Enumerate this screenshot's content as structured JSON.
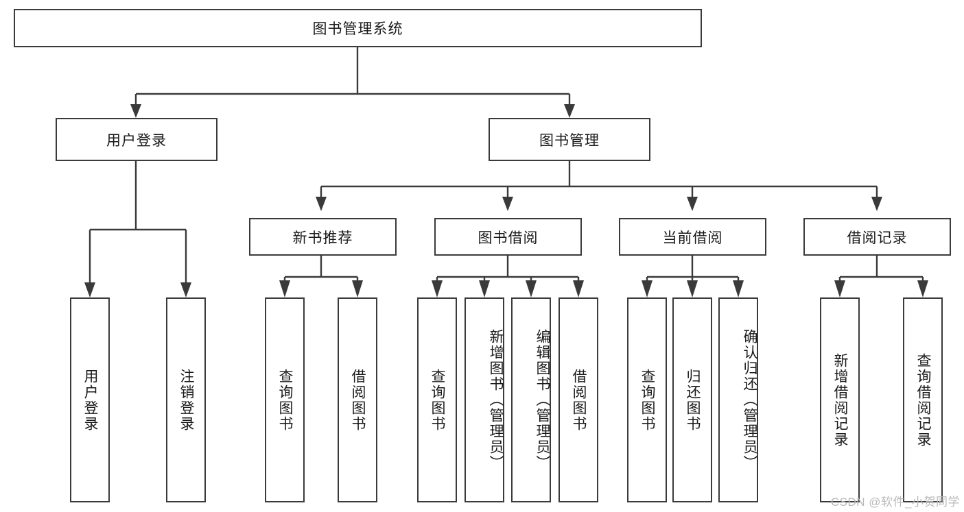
{
  "diagram": {
    "title": "图书管理系统",
    "root": {
      "id": "root",
      "label": "图书管理系统"
    },
    "level1": [
      {
        "id": "user-login",
        "label": "用户登录"
      },
      {
        "id": "book-manage",
        "label": "图书管理"
      }
    ],
    "level2": [
      {
        "id": "new-book-recommend",
        "label": "新书推荐"
      },
      {
        "id": "book-borrow",
        "label": "图书借阅"
      },
      {
        "id": "current-borrow",
        "label": "当前借阅"
      },
      {
        "id": "borrow-record",
        "label": "借阅记录"
      }
    ],
    "leaves": {
      "user_login": [
        {
          "id": "leaf-user-login",
          "label": "用户登录"
        },
        {
          "id": "leaf-logout",
          "label": "注销登录"
        }
      ],
      "new_book_recommend": [
        {
          "id": "leaf-query-book-1",
          "label": "查询图书"
        },
        {
          "id": "leaf-borrow-book-1",
          "label": "借阅图书"
        }
      ],
      "book_borrow": [
        {
          "id": "leaf-query-book-2",
          "label": "查询图书"
        },
        {
          "id": "leaf-add-book",
          "label": "新增图书（管理员）"
        },
        {
          "id": "leaf-edit-book",
          "label": "编辑图书（管理员）"
        },
        {
          "id": "leaf-borrow-book-2",
          "label": "借阅图书"
        }
      ],
      "current_borrow": [
        {
          "id": "leaf-query-book-3",
          "label": "查询图书"
        },
        {
          "id": "leaf-return-book",
          "label": "归还图书"
        },
        {
          "id": "leaf-confirm-return",
          "label": "确认归还（管理员）"
        }
      ],
      "borrow_record": [
        {
          "id": "leaf-add-record",
          "label": "新增借阅记录"
        },
        {
          "id": "leaf-query-record",
          "label": "查询借阅记录"
        }
      ]
    }
  },
  "watermark": {
    "text": "CSDN @软件_小贺同学"
  },
  "colors": {
    "stroke": "#3a3a3a",
    "background": "#ffffff",
    "text": "#1a1a1a",
    "watermark": "#b9b9b9"
  }
}
